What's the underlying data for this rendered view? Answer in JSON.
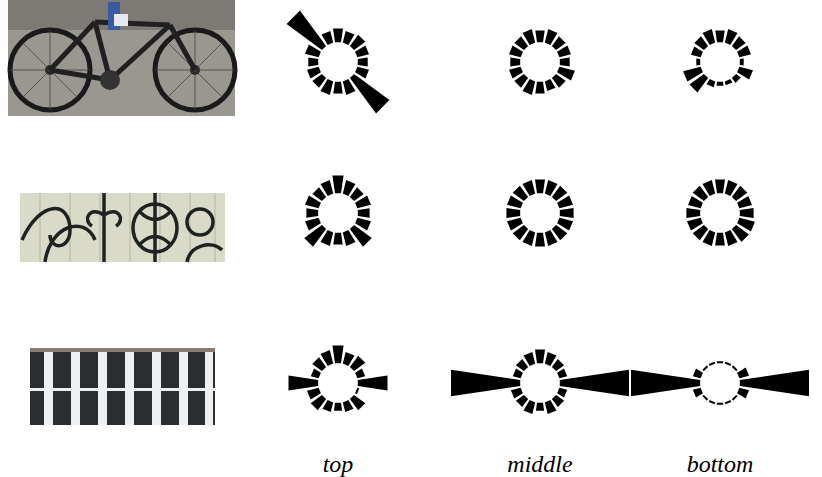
{
  "diagram": {
    "labels": [
      "top",
      "middle",
      "bottom"
    ]
  }
}
